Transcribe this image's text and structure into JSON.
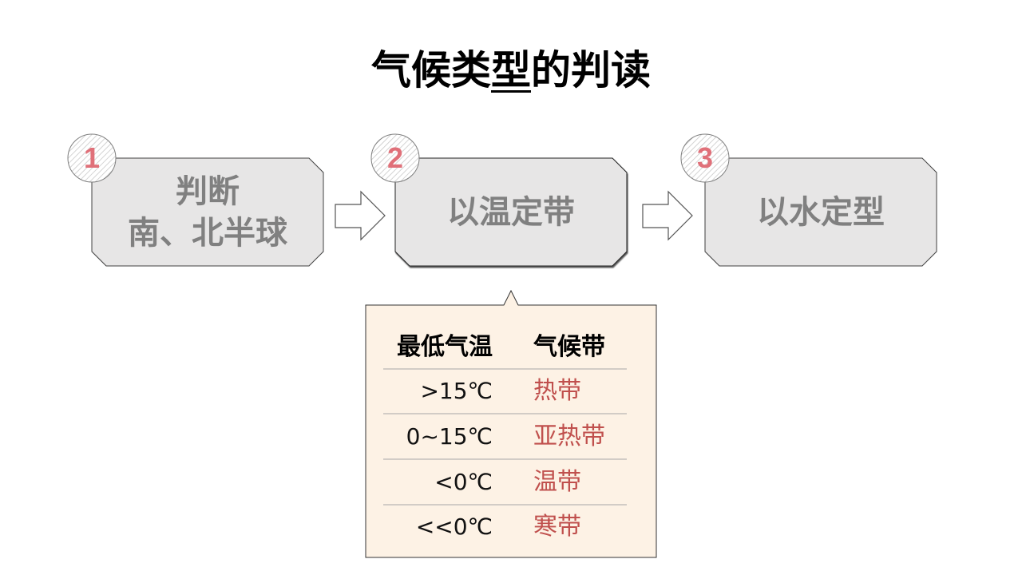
{
  "title": {
    "before": "气候类",
    "underlined": "型",
    "after": "的判读"
  },
  "steps": [
    {
      "number": "1",
      "lines": [
        "判断",
        "南、北半球"
      ]
    },
    {
      "number": "2",
      "lines": [
        "以温定带"
      ]
    },
    {
      "number": "3",
      "lines": [
        "以水定型"
      ]
    }
  ],
  "table": {
    "headers": [
      "最低气温",
      "气候带"
    ],
    "rows": [
      [
        ">15℃",
        "热带"
      ],
      [
        "0~15℃",
        "亚热带"
      ],
      [
        "<0℃",
        "温带"
      ],
      [
        "<<0℃",
        "寒带"
      ]
    ]
  },
  "colors": {
    "accent": "#e07079",
    "zone_text": "#c0504d",
    "box_fill": "#e7e6e6",
    "box_text": "#808080",
    "callout_fill": "#fdf2e5"
  }
}
